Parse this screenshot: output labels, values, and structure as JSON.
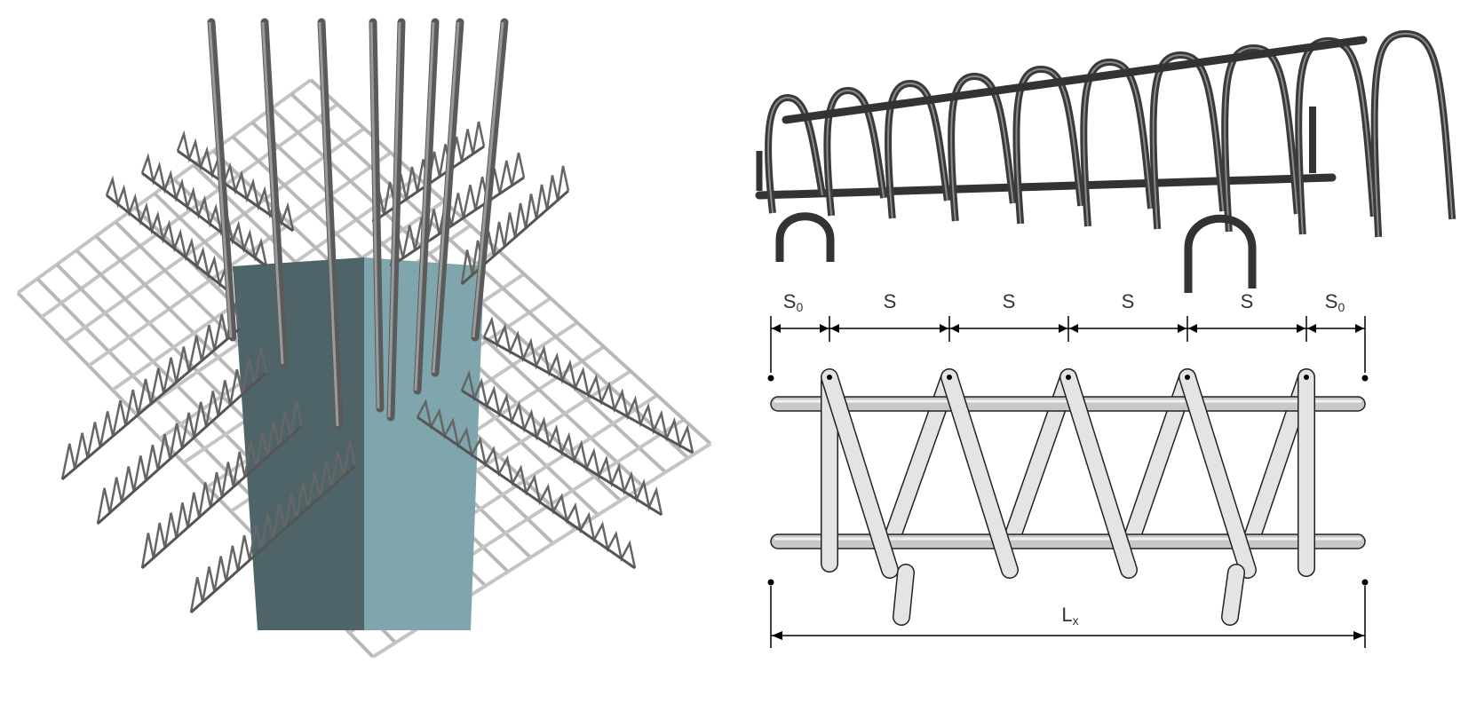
{
  "diagram": {
    "dimension_labels": [
      {
        "base": "S",
        "sub": "0"
      },
      {
        "base": "S",
        "sub": ""
      },
      {
        "base": "S",
        "sub": ""
      },
      {
        "base": "S",
        "sub": ""
      },
      {
        "base": "S",
        "sub": ""
      },
      {
        "base": "S",
        "sub": "0"
      }
    ],
    "total_length_label": {
      "base": "L",
      "sub": "x"
    }
  },
  "colors": {
    "column": "#7fa6ad",
    "rebar": "#555555",
    "bar_fill": "#e4e4e4"
  }
}
